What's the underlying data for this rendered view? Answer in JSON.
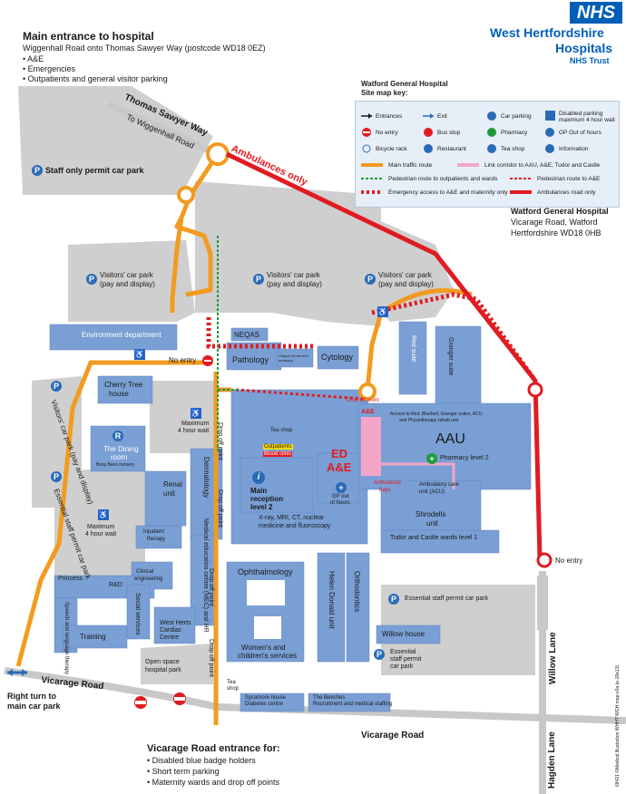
{
  "header": {
    "nhs": "NHS",
    "trust_name_1": "West Hertfordshire",
    "trust_name_2": "Hospitals",
    "trust_sub": "NHS Trust"
  },
  "main_entrance": {
    "title": "Main entrance to hospital",
    "route": "Wiggenhall Road onto Thomas Sawyer Way (postcode WD18 0EZ)",
    "items": [
      "• A&E",
      "• Emergencies",
      "• Outpatients and general visitor parking"
    ]
  },
  "key": {
    "title_1": "Watford General Hospital",
    "title_2": "Site map key:",
    "entries": [
      "Entrances",
      "Exit",
      "Car parking",
      "Disabled parking",
      "maximum 4 hour wait",
      "No entry",
      "Bus stop",
      "Pharmacy",
      "GP Out of hours",
      "Bicycle rack",
      "Restaurant",
      "Tea shop",
      "Information",
      "Main traffic route",
      "Link corridor to AAU, A&E, Tudor and Castle",
      "Pedestrian route to outpatients and wards",
      "Pedestrian route to A&E",
      "Emergency access to A&E and maternity only",
      "Ambulances road only"
    ]
  },
  "address": {
    "name": "Watford General Hospital",
    "line1": "Vicarage Road, Watford",
    "line2": "Hertfordshire WD18 0HB"
  },
  "roads": {
    "thomas_sawyer": "Thomas Sawyer Way",
    "to_wiggenhall": "To Wiggenhall Road",
    "ambulances_only": "Ambulances only",
    "vicarage_1": "Vicarage Road",
    "vicarage_2": "Vicarage Road",
    "willow_lane": "Willow Lane",
    "hagden_lane": "Hagden Lane"
  },
  "labels": {
    "staff_permit": "Staff only permit car park",
    "visitors_left_1": "Visitors' car park",
    "visitors_left_2": "(pay and display)",
    "visitors_mid_1": "Visitors' car park",
    "visitors_mid_2": "(pay and display)",
    "visitors_right_1": "Visitors' car park",
    "visitors_right_2": "(pay and display)",
    "environment": "Environment department",
    "neqas": "NEQAS",
    "pathology": "Pathology",
    "chapel": "Chapel of rest and mortuary",
    "cytology": "Cytology",
    "no_entry_1": "No entry",
    "no_entry_2": "No entry",
    "cherry_tree_1": "Cherry Tree",
    "cherry_tree_2": "house",
    "visitors_vert": "Visitors' car park (pay and display)",
    "max_wait_1": "Maximum",
    "max_wait_2": "4 hour wait",
    "max_wait_3": "Maximum",
    "max_wait_4": "4 hour wait",
    "dining_1": "The Dining",
    "dining_2": "room",
    "busy_bees": "Busy Bees nursery",
    "essential_vert": "Essential staff permit car park",
    "renal_1": "Renal",
    "renal_2": "unit",
    "dermatology": "Dermatology",
    "medical_ed": "Medical education centre (MEC) and HR",
    "inpatient_1": "Inpatient",
    "inpatient_2": "therapy",
    "clinical_1": "Clinical",
    "clinical_2": "engineering",
    "princess": "Princess",
    "rd": "R&D",
    "speech": "Speech and language therapy",
    "social": "Social services",
    "training": "Training",
    "cardiac_1": "West Herts",
    "cardiac_2": "Cardiac",
    "cardiac_3": "Centre",
    "open_space_1": "Open space",
    "open_space_2": "hospital park",
    "drop_off_1": "Drop off point",
    "drop_off_2": "Drop off point",
    "drop_off_3": "Drop off point",
    "drop_off_4": "Drop off point",
    "tea_shop_1": "Tea shop",
    "tea_shop_2": "Tea",
    "tea_shop_3": "shop",
    "outpatients": "Outpatients",
    "blood": "Blood clinic",
    "main_rec_1": "Main",
    "main_rec_2": "reception",
    "main_rec_3": "level 2",
    "xray_1": "X-ray, MRI, CT, nuclear",
    "xray_2": "medicine and fluoroscopy",
    "ed_1": "ED",
    "ed_2": "A&E",
    "gp_1": "GP out",
    "gp_2": "of hours",
    "ae_small": "A&E",
    "aau": "AAU",
    "pharmacy": "Pharmacy level 2",
    "access_note_1": "Access to Red, Bluebell, Granger suites, ACU",
    "access_note_2": "and Physiotherapy rehab unit",
    "ambulance_bays_1": "Ambulance",
    "ambulance_bays_2": "bays",
    "acu_1": "Ambulatory care",
    "acu_2": "unit (ACU)",
    "shrodells_1": "Shrodells",
    "shrodells_2": "unit",
    "tudor": "Tudor and Castle wards level 1",
    "red_suite": "Red suite",
    "granger": "Granger suite",
    "ophthalmology": "Ophthalmology",
    "womens_1": "Women's and",
    "womens_2": "children's services",
    "helen_donald": "Helen Donald unit",
    "orthodontics": "Orthodontics",
    "essential_staff_1": "Essential staff permit car park",
    "willow_house": "Willow house",
    "essential_staff_2a": "Essential",
    "essential_staff_2b": "staff permit",
    "essential_staff_2c": "car park",
    "sycamore_1": "Sycamore house",
    "sycamore_2": "Diabetes centre",
    "beeches_1": "The Beeches",
    "beeches_2": "Recruitment and medical staffing",
    "right_turn_1": "Right turn to",
    "right_turn_2": "main car park",
    "copyright": "68421 ©Medical Illustration WHHT WGH map-v3a (e-19e13)"
  },
  "vicarage_entrance": {
    "title": "Vicarage Road entrance for:",
    "items": [
      "• Disabled blue badge holders",
      "• Short term parking",
      "• Maternity wards and drop off points"
    ]
  },
  "colors": {
    "building": "#7a9fd4",
    "parking": "#cfcfcf",
    "road": "#c8c8c8",
    "main_route": "#f29b20",
    "ambulance": "#e11b22",
    "pedestrian_green": "#1f9a3a",
    "link_corridor": "#f3a6c8",
    "nhs_blue": "#005eb8"
  }
}
